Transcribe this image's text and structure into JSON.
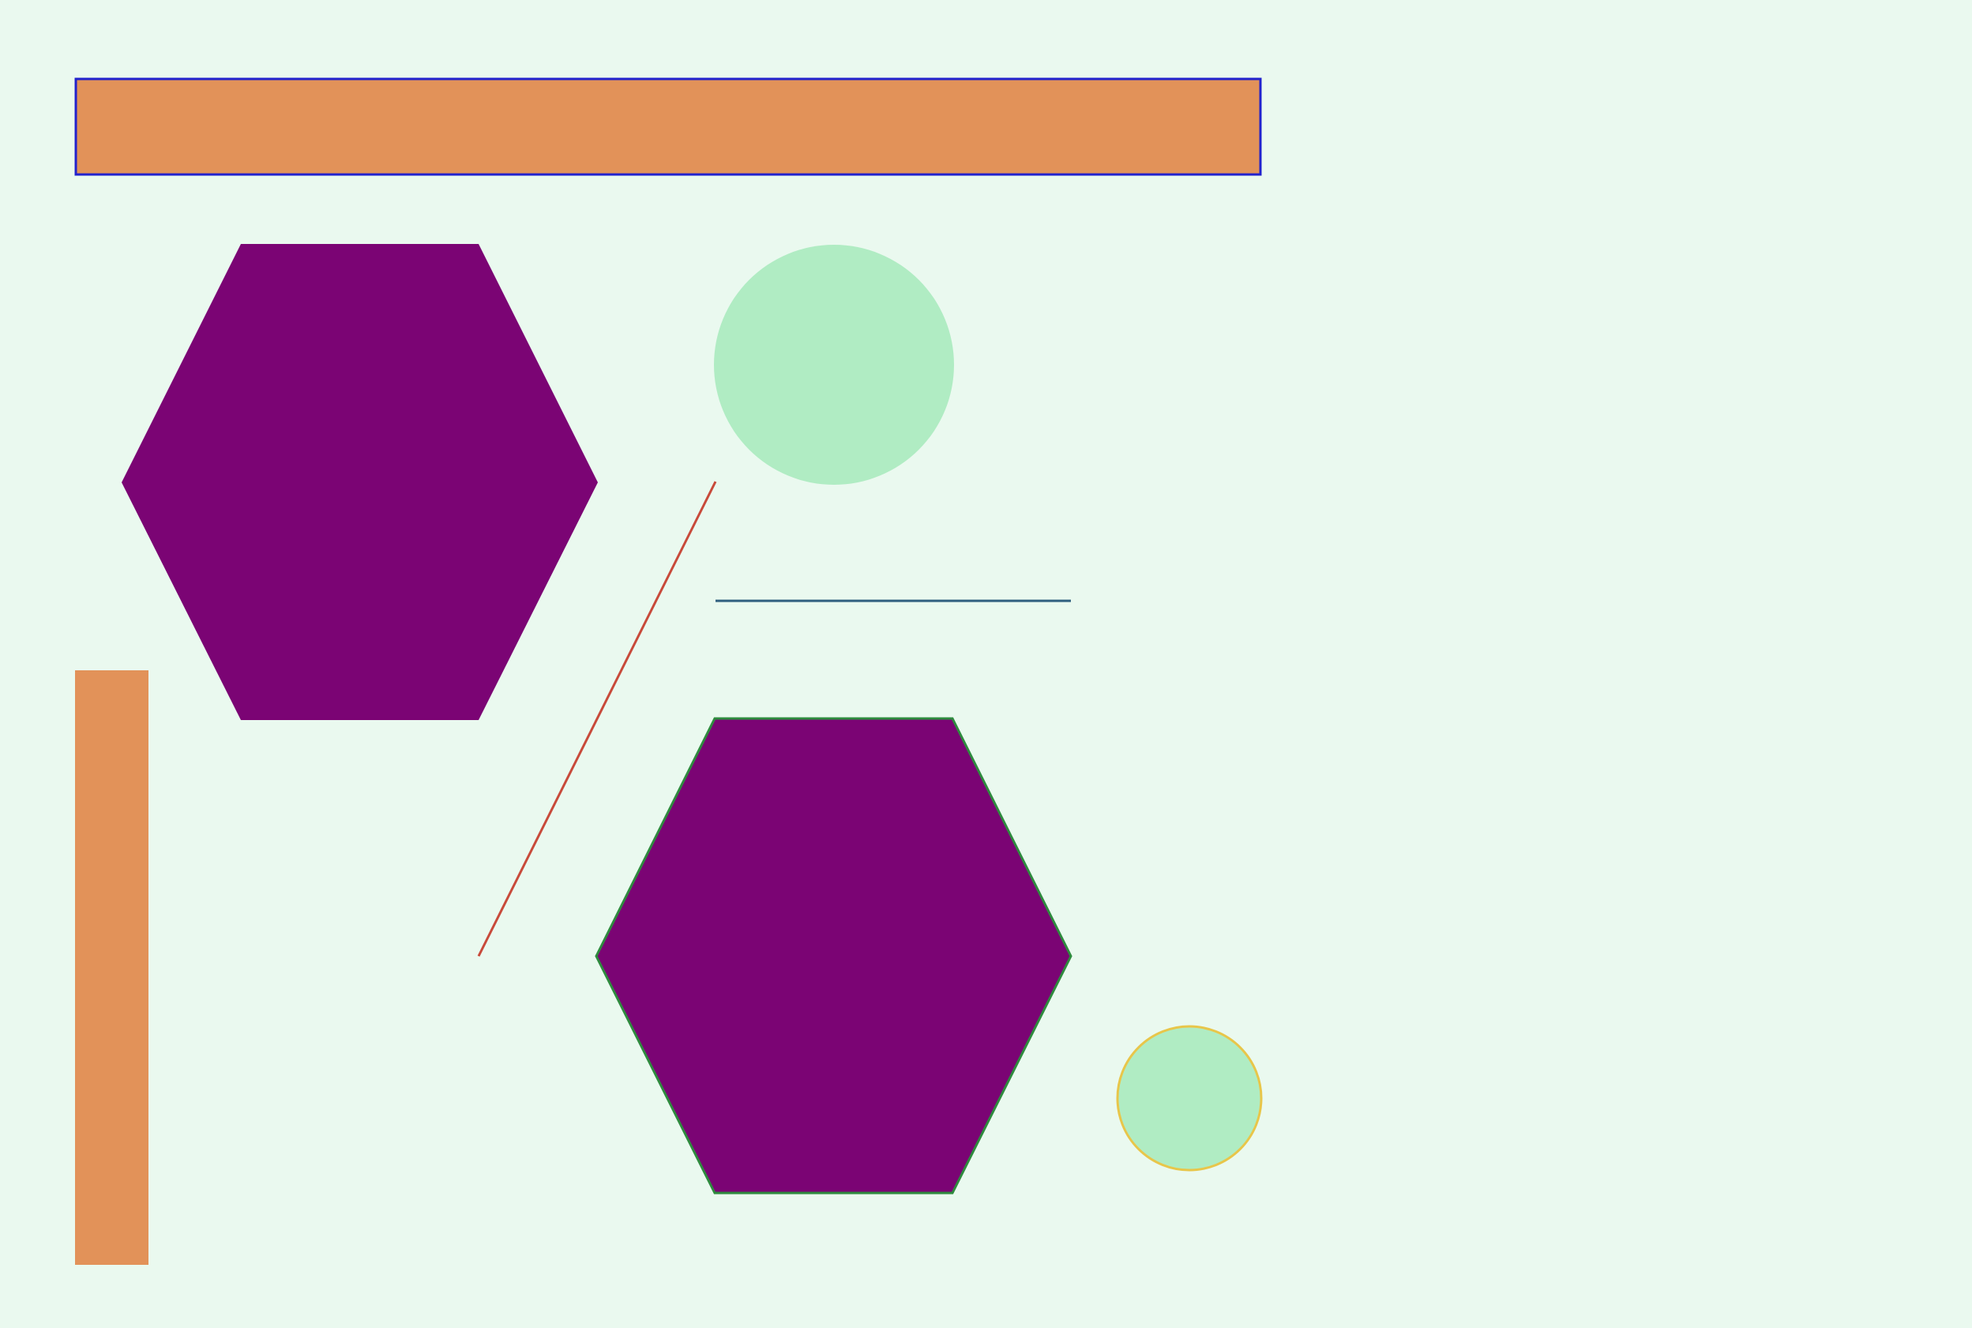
{
  "colors": {
    "background": "#eaf9ef",
    "orange_fill": "#e29259",
    "banner_border": "#2222cc",
    "hexagon_fill": "#7b0474",
    "hexagon_border": "#2e8b3e",
    "circle_fill": "#b0ecc3",
    "small_circle_border": "#e8c64a",
    "diagonal_line": "#c84a3a",
    "horizontal_line": "#2f5f7f"
  },
  "shapes": [
    {
      "name": "top-banner-rect",
      "kind": "rectangle",
      "fill_color": "orange_fill",
      "stroke_color": "banner_border"
    },
    {
      "name": "left-hexagon",
      "kind": "hexagon",
      "fill_color": "hexagon_fill"
    },
    {
      "name": "top-circle",
      "kind": "circle",
      "fill_color": "circle_fill"
    },
    {
      "name": "diagonal-line",
      "kind": "line",
      "stroke_color": "diagonal_line"
    },
    {
      "name": "horizontal-line",
      "kind": "line",
      "stroke_color": "horizontal_line"
    },
    {
      "name": "lower-hexagon",
      "kind": "hexagon",
      "fill_color": "hexagon_fill",
      "stroke_color": "hexagon_border"
    },
    {
      "name": "small-circle",
      "kind": "circle",
      "fill_color": "circle_fill",
      "stroke_color": "small_circle_border"
    },
    {
      "name": "left-vertical-rect",
      "kind": "rectangle",
      "fill_color": "orange_fill"
    }
  ]
}
